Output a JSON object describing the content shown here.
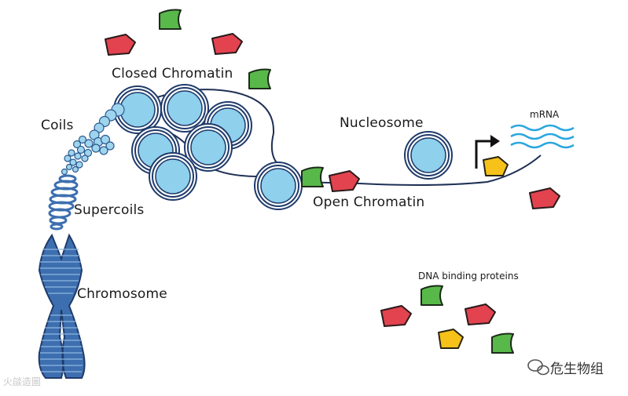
{
  "labels": {
    "closed_chromatin": "Closed Chromatin",
    "coils": "Coils",
    "nucleosome": "Nucleosome",
    "mrna": "mRNA",
    "supercoils": "Supercoils",
    "open_chromatin": "Open Chromatin",
    "chromosome": "Chromosome",
    "dna_binding_proteins": "DNA binding proteins"
  },
  "watermarks": {
    "left": "火燄造圖",
    "right": "危生物组"
  },
  "colors": {
    "nucleosome_fill": "#8fd0ec",
    "nucleosome_ring": "#1f3b6b",
    "chromosome": "#3d6fb0",
    "coil_bead": "#9fd4ee",
    "protein_red": "#e2434f",
    "protein_green": "#59b84a",
    "protein_yellow": "#f6c21a",
    "mrna_wave": "#2aa6df",
    "dna_line": "#1f2f55"
  },
  "icons": [
    "transcription-arrow-icon",
    "wechat-icon"
  ]
}
